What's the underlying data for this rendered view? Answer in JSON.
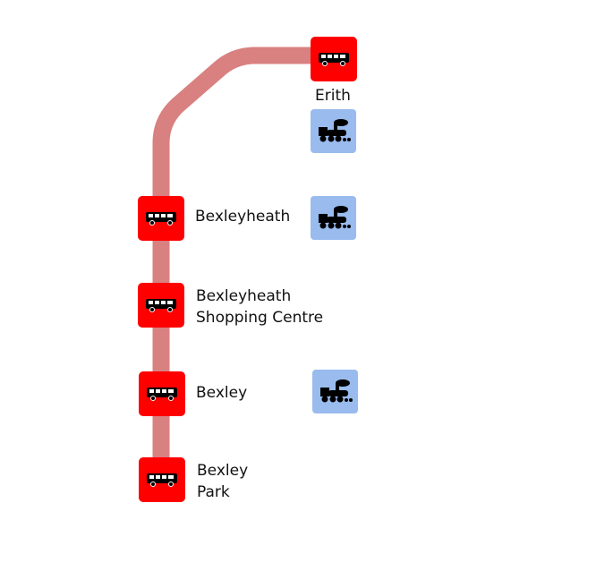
{
  "map": {
    "route_color": "#d98080",
    "bus_color": "#ff0000",
    "train_color": "#99bbee",
    "stops": [
      {
        "name": "Erith",
        "lines": [
          "Erith"
        ],
        "icon": "bus-icon",
        "rail": true
      },
      {
        "name": "Bexleyheath",
        "lines": [
          "Bexleyheath"
        ],
        "icon": "bus-icon",
        "rail": true
      },
      {
        "name": "Bexleyheath Shopping Centre",
        "lines": [
          "Bexleyheath",
          "Shopping Centre"
        ],
        "icon": "bus-icon",
        "rail": false
      },
      {
        "name": "Bexley",
        "lines": [
          "Bexley"
        ],
        "icon": "bus-icon",
        "rail": true
      },
      {
        "name": "Bexley Park",
        "lines": [
          "Bexley",
          "Park"
        ],
        "icon": "bus-icon",
        "rail": false
      }
    ]
  }
}
